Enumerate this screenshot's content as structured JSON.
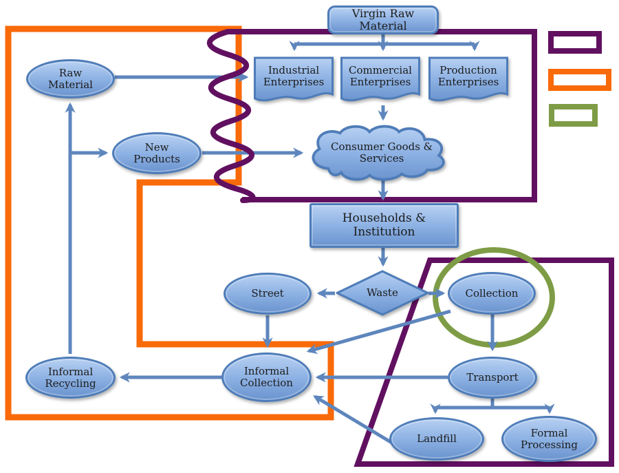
{
  "colors": {
    "node_fill_top": "#b7d0f2",
    "node_fill_mid": "#8fb3e4",
    "node_fill_bottom": "#6b94cf",
    "node_border": "#4e7cb8",
    "connector_blue": "#5e86bd",
    "region_purple": "#611060",
    "region_orange": "#f96a09",
    "highlight_green": "#7e9c45",
    "text_color": "#1c1c1c"
  },
  "diagram": {
    "nodes": {
      "virgin_raw_material": "Virgin Raw Material",
      "industrial_enterprises": "Industrial Enterprises",
      "commercial_enterprises": "Commercial Enterprises",
      "production_enterprises": "Production Enterprises",
      "consumer_goods_services": "Consumer Goods & Services",
      "households_institution": "Households & Institution",
      "waste": "Waste",
      "street": "Street",
      "collection": "Collection",
      "raw_material": "Raw Material",
      "new_products": "New Products",
      "informal_recycling": "Informal Recycling",
      "informal_collection": "Informal Collection",
      "transport": "Transport",
      "landfill": "Landfill",
      "formal_processing": "Formal Processing"
    },
    "legend": {
      "swatches": [
        {
          "name": "purple-region",
          "color": "#611060"
        },
        {
          "name": "orange-region",
          "color": "#f96a09"
        },
        {
          "name": "green-highlight",
          "color": "#7e9c45"
        }
      ]
    }
  }
}
